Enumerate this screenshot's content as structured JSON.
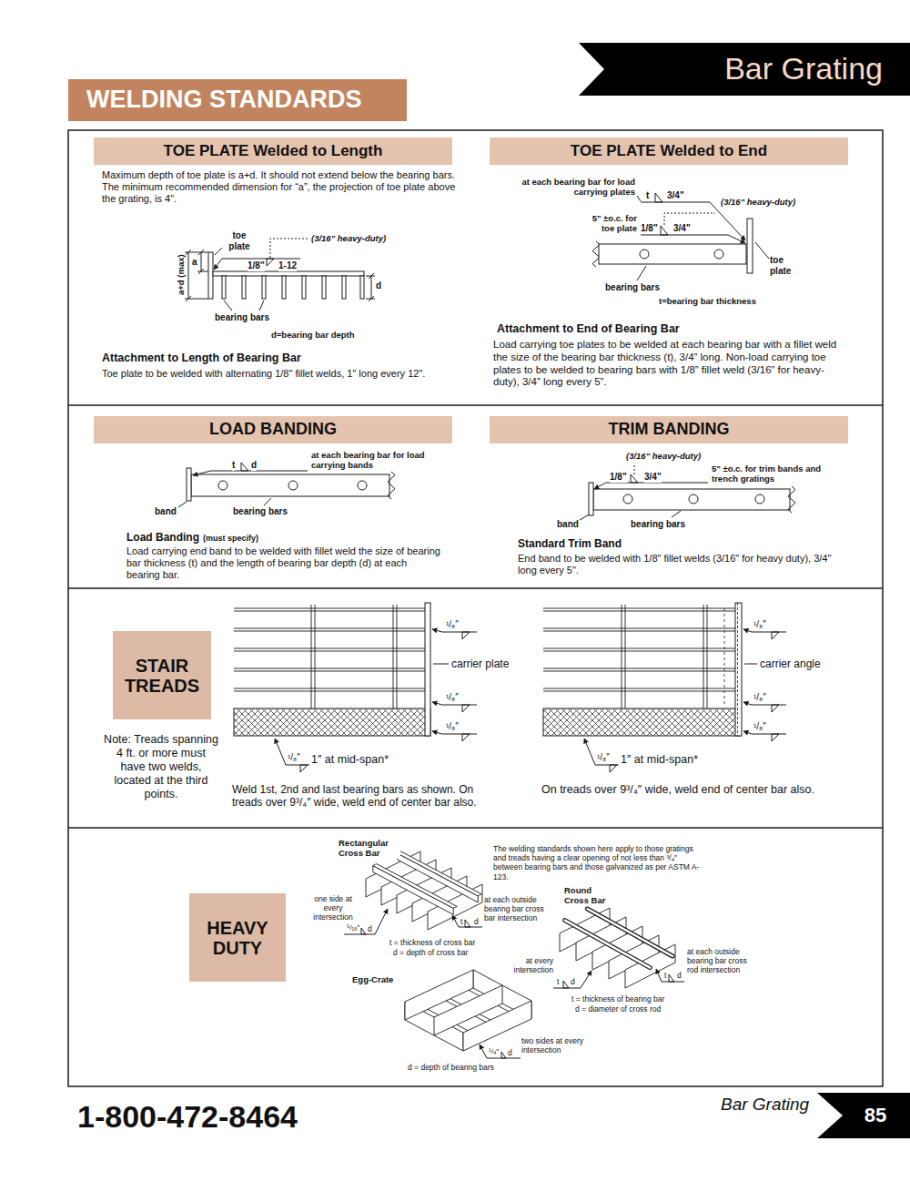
{
  "diagram": {
    "nodes": [
      {
        "text": [
          "Bar Grating"
        ]
      },
      {
        "text": [
          "WELDING STANDARDS"
        ]
      },
      {
        "text": [
          "TOE PLATE Welded to Length"
        ]
      },
      {
        "text": [
          "TOE PLATE Welded to End"
        ]
      },
      {
        "text": [
          "LOAD BANDING"
        ]
      },
      {
        "text": [
          "TRIM BANDING"
        ]
      },
      {
        "text": [
          "STAIR TREADS"
        ]
      },
      {
        "text": [
          "HEAVY DUTY"
        ]
      },
      {
        "text": [
          "85"
        ]
      }
    ],
    "labels": [
      "Maximum depth of toe plate is a+d. It should not extend below the bearing bars. The minimum recommended dimension for “a”, the projection of toe plate above the grating, is 4\".",
      "toe plate",
      "(3/16\" heavy-duty)",
      "1/8\"",
      "1-12",
      "a+d (max)",
      "a",
      "d",
      "bearing bars",
      "d=bearing bar depth",
      "Attachment to Length of Bearing Bar",
      "Toe plate to be welded with alternating 1/8\" fillet welds, 1\" long every 12\".",
      "at each bearing bar for load carrying plates",
      "t",
      "3/4\"",
      "(3/16\" heavy-duty)",
      "5\" ±o.c. for toe plate",
      "1/8\"",
      "3/4\"",
      "toe plate",
      "bearing bars",
      "t=bearing bar thickness",
      "Attachment to End of Bearing Bar",
      "Load carrying toe plates to be welded at each bearing bar with a fillet weld the size of the bearing bar thickness (t), 3/4” long. Non-load carrying toe plates to be welded to bearing bars with 1/8” fillet weld (3/16” for heavy-duty), 3/4” long every 5”.",
      "at each bearing bar for load carrying bands",
      "t",
      "d",
      "band",
      "bearing bars",
      "Load Banding",
      "(must specify)",
      "Load carrying end band to be welded with fillet weld the size of bearing bar thickness (t) and the length of bearing bar depth (d) at each bearing bar.",
      "(3/16\" heavy-duty)",
      "5\" ±o.c. for trim bands and trench gratings",
      "1/8\"",
      "3/4\"",
      "band",
      "bearing bars",
      "Standard Trim Band",
      "End band to be welded with 1/8\" fillet welds (3/16\" for heavy duty), 3/4\" long every 5\".",
      "Note: Treads spanning 4 ft. or more must have two welds, located at the third points.",
      "¹/₈″",
      "carrier plate",
      "¹/₈″",
      "¹/₈″",
      "¹/₈″",
      "1″ at mid-span*",
      "Weld 1st, 2nd and last bearing bars as shown. On treads over 9³/₄″ wide, weld end of center bar also.",
      "¹/₈″",
      "carrier angle",
      "¹/₈″",
      "¹/₈″",
      "¹/₈″",
      "1″ at mid-span*",
      "On treads over 9³/₄″ wide, weld end of center bar also.",
      "Rectangular Cross Bar",
      "The welding standards shown here apply to those gratings and treads having a clear opening of not less than ³/₄″ between bearing bars and those galvanized as per ASTM A-123.",
      "one side at every intersection",
      "⁵/₁₆″",
      "d",
      "at each outside bearing bar cross bar intersection",
      "t",
      "d",
      "t = thickness of cross bar",
      "d = depth of cross bar",
      "Round Cross Bar",
      "at every intersection",
      "t",
      "d",
      "at each outside bearing bar cross rod intersection",
      "t",
      "d",
      "t = thickness of bearing bar",
      "d = diameter of cross rod",
      "Egg-Crate",
      "¹/₄″",
      "d",
      "two sides at every intersection",
      "d = depth of bearing bars",
      "1-800-472-8464",
      "Bar Grating"
    ]
  }
}
